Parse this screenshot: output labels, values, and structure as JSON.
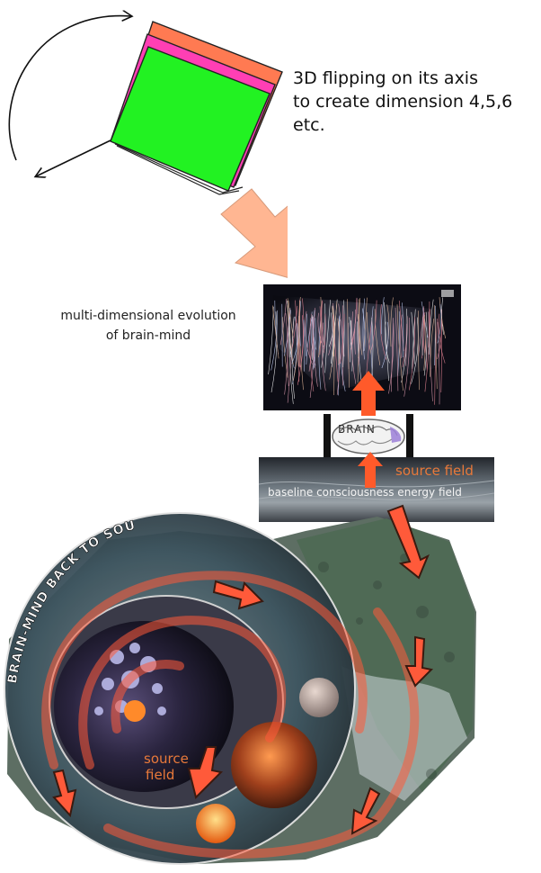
{
  "captions": {
    "flip_line1": "3D flipping on its axis",
    "flip_line2": "to create dimension 4,5,6",
    "flip_line3": "etc.",
    "evolution_line1": "multi-dimensional evolution",
    "evolution_line2": "of brain-mind"
  },
  "brain_panel": {
    "label": "BRAIN"
  },
  "field_panel": {
    "source_label": "source field",
    "baseline_label": "baseline consciousness energy field"
  },
  "cosmos_map": {
    "arc_label": "BRAIN-MIND BACK TO SOURCE",
    "source_label_line1": "source",
    "source_label_line2": "field"
  },
  "colors": {
    "cube_back": "#ff7a52",
    "cube_mid": "#ff3fb4",
    "cube_front": "#22f222",
    "big_arrow": "#ffb692",
    "up_arrow": "#ff5a2a",
    "source_text": "#e8793a"
  }
}
